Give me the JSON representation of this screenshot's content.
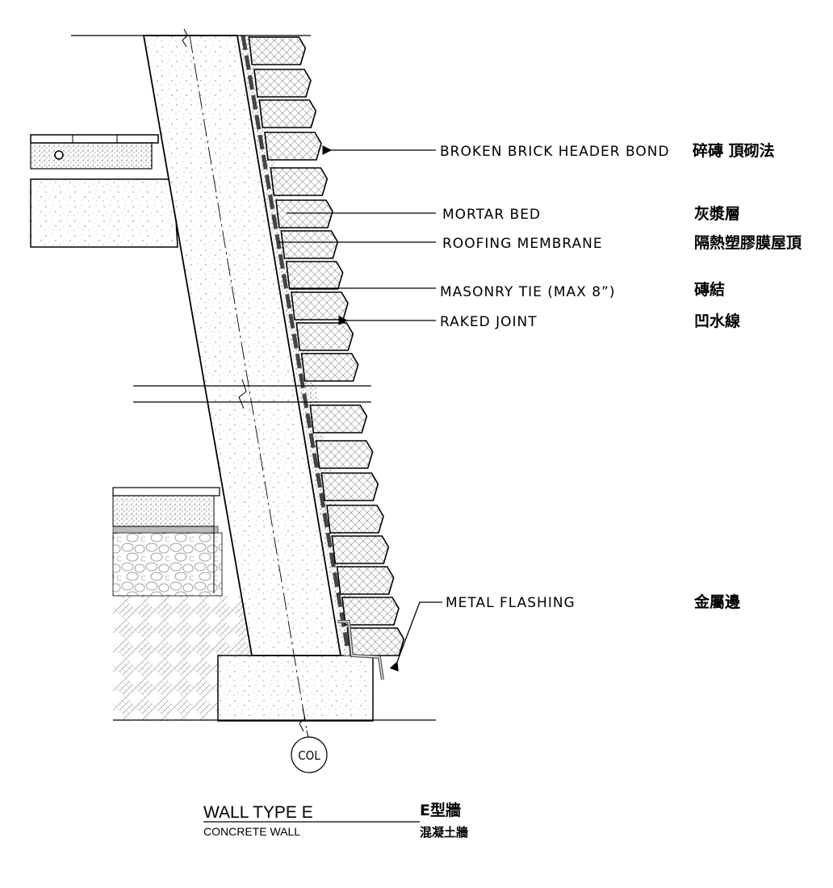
{
  "labels": {
    "broken_brick_header_bond": "BROKEN BRICK HEADER BOND",
    "broken_brick_header_bond_zh": "碎磚 頂砌法",
    "mortar_bed": "MORTAR BED",
    "mortar_bed_zh": "灰漿層",
    "roofing_membrane": "ROOFING MEMBRANE",
    "roofing_membrane_zh": "隔熱塑膠膜屋頂",
    "masonry_tie": "MASONRY TIE (MAX 8”)",
    "masonry_tie_zh": "磚結",
    "raked_joint": "RAKED JOINT",
    "raked_joint_zh": "凹水線",
    "metal_flashing": "METAL FLASHING",
    "metal_flashing_zh": "金屬邊"
  },
  "column_marker": "COL",
  "title": {
    "main": "WALL TYPE E",
    "main_zh": "E型牆",
    "sub": "CONCRETE WALL",
    "sub_zh": "混凝土牆"
  },
  "colors": {
    "line": "#000000",
    "membrane_dash": "#444444",
    "flashing": "#555555"
  }
}
